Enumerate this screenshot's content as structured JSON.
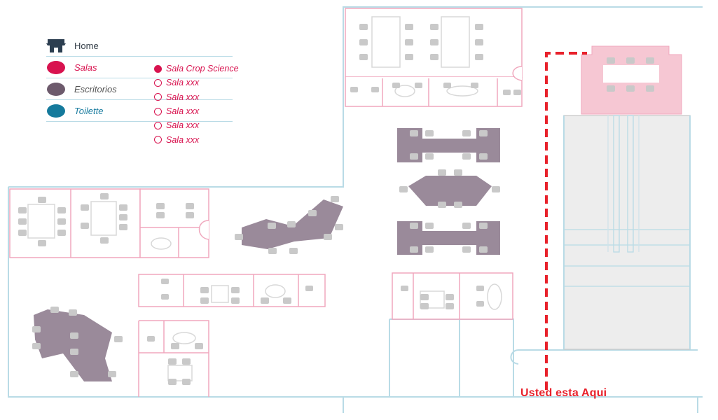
{
  "legend": {
    "home": {
      "label": "Home",
      "icon": "home-icon",
      "color": "#2c3e50"
    },
    "salas": {
      "label": "Salas",
      "color": "#d8134f"
    },
    "escritorios": {
      "label": "Escritorios",
      "color": "#6d5a6c"
    },
    "toilette": {
      "label": "Toilette",
      "color": "#157a9c"
    }
  },
  "rooms": [
    {
      "label": "Sala Crop Science",
      "selected": true
    },
    {
      "label": "Sala xxx",
      "selected": false
    },
    {
      "label": "Sala xxx",
      "selected": false
    },
    {
      "label": "Sala xxx",
      "selected": false
    },
    {
      "label": "Sala xxx",
      "selected": false
    },
    {
      "label": "Sala xxx",
      "selected": false
    }
  ],
  "you_are_here": {
    "label": "Usted esta Aqui",
    "color": "#e8212b"
  },
  "colors": {
    "wall_blue": "#b9dbe6",
    "room_pink": "#f0a7bd",
    "highlight_room": "#f6c7d3",
    "desk_purple": "#9a8a9a",
    "chair_gray": "#c9c9c9",
    "restroom_gray": "#ededed"
  }
}
